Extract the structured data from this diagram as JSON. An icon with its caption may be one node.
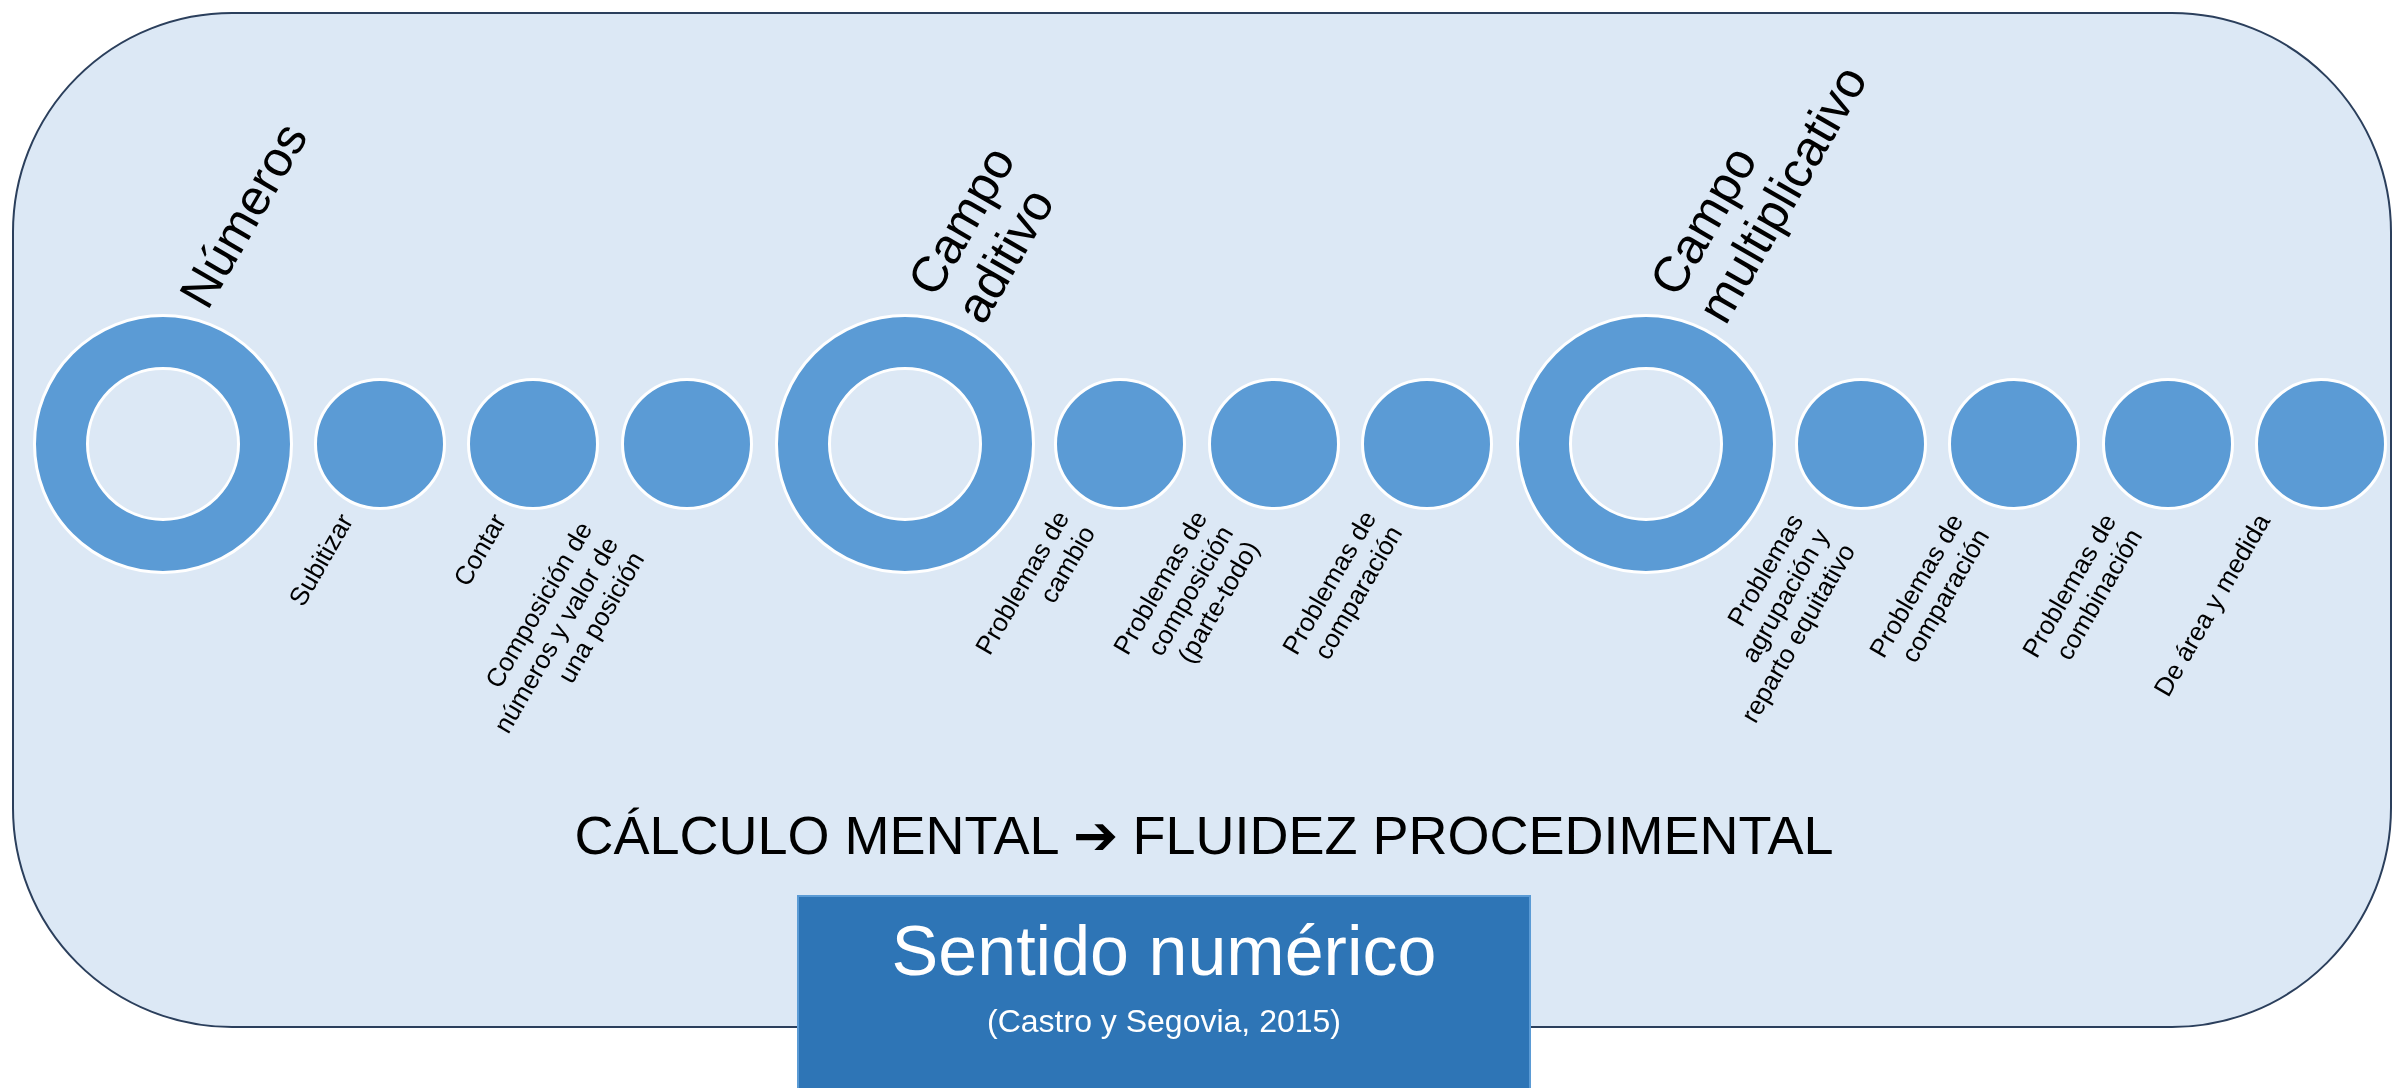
{
  "diagram": {
    "nodes": [
      {
        "text": [
          "CÁLCULO MENTAL ➔ FLUIDEZ PROCEDIMENTAL"
        ]
      },
      {
        "text": [
          "Números"
        ],
        "in": 0
      },
      {
        "text": [
          "Subitizar"
        ],
        "in": 0
      },
      {
        "text": [
          "Contar"
        ],
        "in": 0
      },
      {
        "text": [
          "Composición de números y valor de una posición"
        ],
        "in": 0
      },
      {
        "text": [
          "Campo aditivo"
        ],
        "in": 0
      },
      {
        "text": [
          "Problemas de cambio"
        ],
        "in": 0
      },
      {
        "text": [
          "Problemas de composición (parte-todo)"
        ],
        "in": 0
      },
      {
        "text": [
          "Problemas de comparación"
        ],
        "in": 0
      },
      {
        "text": [
          "Campo multiplicativo"
        ],
        "in": 0
      },
      {
        "text": [
          "Problemas agrupación y reparto equitativo"
        ],
        "in": 0
      },
      {
        "text": [
          "Problemas de comparación"
        ],
        "in": 0
      },
      {
        "text": [
          "Problemas de combinación"
        ],
        "in": 0
      },
      {
        "text": [
          "De área y medida"
        ],
        "in": 0
      },
      {
        "text": [
          "Sentido numérico",
          "(Castro y Segovia, 2015)"
        ]
      }
    ],
    "edges": []
  }
}
